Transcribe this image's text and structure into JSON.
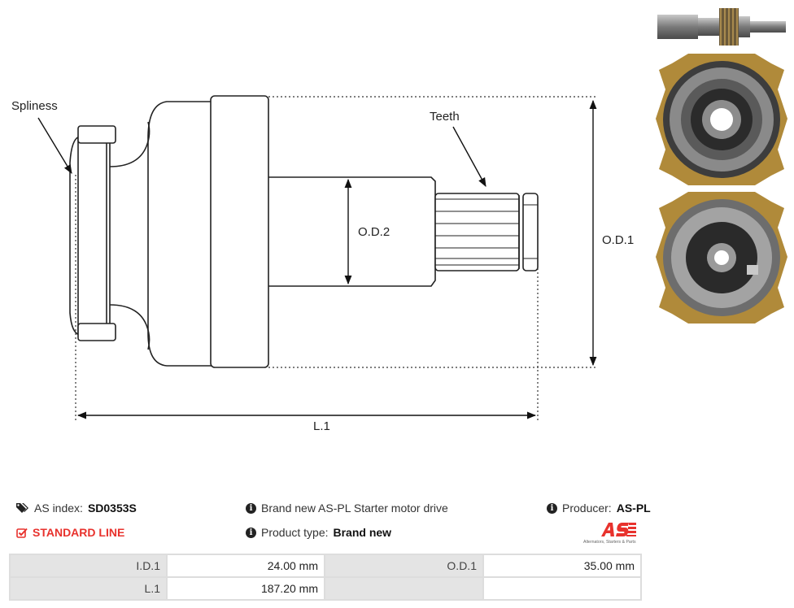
{
  "drawing": {
    "label_spliness": "Spliness",
    "label_teeth": "Teeth",
    "label_od2": "O.D.2",
    "label_od1": "O.D.1",
    "label_l1": "L.1"
  },
  "info": {
    "as_index_label": "AS index:",
    "as_index_value": "SD0353S",
    "description": "Brand new AS-PL Starter motor drive",
    "producer_label": "Producer:",
    "producer_value": "AS-PL",
    "standard_line": "STANDARD LINE",
    "product_type_label": "Product type:",
    "product_type_value": "Brand new",
    "logo_tagline": "Alternators, Starters & Parts"
  },
  "params": [
    [
      "I.D.1",
      "24.00 mm",
      "O.D.1",
      "35.00 mm"
    ],
    [
      "L.1",
      "187.20 mm",
      "",
      ""
    ]
  ],
  "colors": {
    "brand_red": "#e8322d",
    "label_bg": "#e4e4e4",
    "border": "#dddddd"
  },
  "icons": [
    "tags-icon",
    "info-circle-icon",
    "check-square-icon"
  ]
}
